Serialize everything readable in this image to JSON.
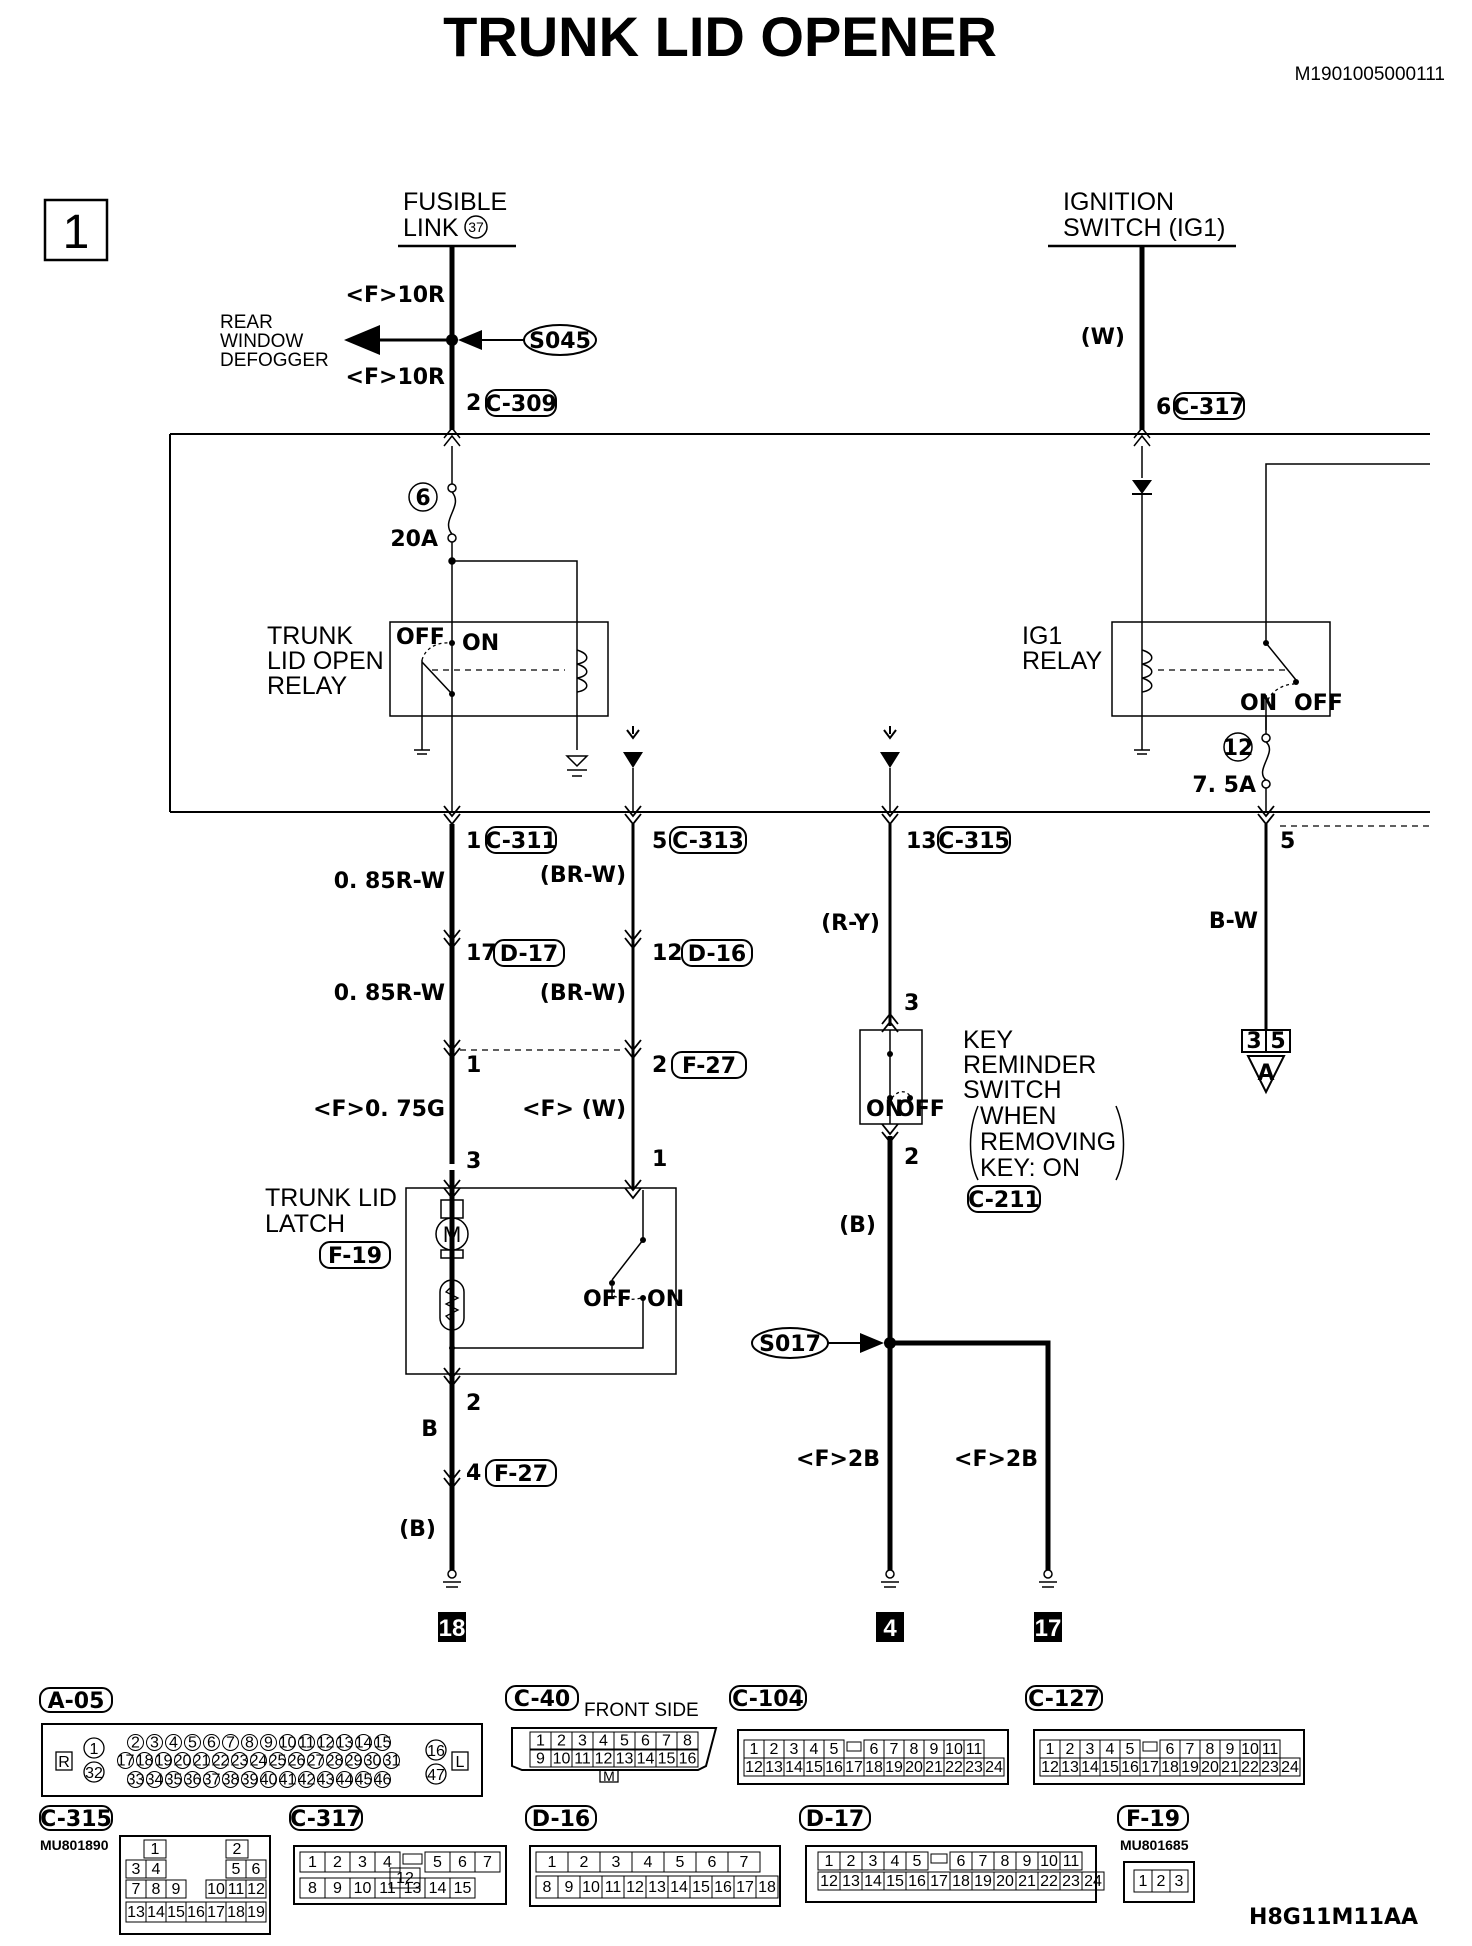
{
  "title": "TRUNK LID OPENER",
  "doc_id": "M1901005000111",
  "figure_code": "H8G11M11AA",
  "page_number": "1",
  "sources": {
    "fusible_link": {
      "line1": "FUSIBLE",
      "line2": "LINK",
      "number": "37"
    },
    "ignition_switch": {
      "line1": "IGNITION",
      "line2": "SWITCH (IG1)"
    }
  },
  "splices": {
    "s045": "S045",
    "s017": "S017"
  },
  "rear_defogger": [
    "REAR",
    "WINDOW",
    "DEFOGGER"
  ],
  "wires": {
    "f10r_top": "<F>10R",
    "f10r_bottom": "<F>10R",
    "w": "(W)",
    "r_w_085a": "0. 85R-W",
    "br_w_a": "(BR-W)",
    "r_w_085b": "0. 85R-W",
    "br_w_b": "(BR-W)",
    "f075g": "<F>0. 75G",
    "fw": "<F> (W)",
    "r_y": "(R-Y)",
    "b_w": "B-W",
    "b_mid": "(B)",
    "b_latch": "B",
    "b_paren": "(B)",
    "f2b_a": "<F>2B",
    "f2b_b": "<F>2B"
  },
  "connectors": {
    "c309": {
      "pin": "2",
      "id": "C-309"
    },
    "c317": {
      "pin": "6",
      "id": "C-317"
    },
    "c311": {
      "pin": "1",
      "id": "C-311"
    },
    "c313": {
      "pin": "5",
      "id": "C-313"
    },
    "c315": {
      "pin": "13",
      "id": "C-315"
    },
    "c315_pin5": "5",
    "d17": {
      "pin": "17",
      "id": "D-17"
    },
    "d16": {
      "pin": "12",
      "id": "D-16"
    },
    "f27a": {
      "pin_left": "1",
      "pin_right": "2",
      "id": "F-27"
    },
    "f27b": {
      "pin": "4",
      "id": "F-27"
    },
    "latch_pins": {
      "left": "3",
      "right": "1",
      "bottom": "2"
    },
    "key_pins": {
      "top": "3",
      "bottom": "2"
    },
    "c211": "C-211"
  },
  "fuses": {
    "f6": {
      "num": "6",
      "rating": "20A"
    },
    "f12": {
      "num": "12",
      "rating": "7. 5A"
    }
  },
  "relays": {
    "trunk": {
      "line1": "TRUNK",
      "line2": "LID OPEN",
      "line3": "RELAY",
      "off": "OFF",
      "on": "ON"
    },
    "ig1": {
      "line1": "IG1",
      "line2": "RELAY",
      "on": "ON",
      "off": "OFF"
    }
  },
  "key_switch": {
    "line1": "KEY",
    "line2": "REMINDER",
    "line3": "SWITCH",
    "note1": "WHEN",
    "note2": "REMOVING",
    "note3": "KEY: ON",
    "on": "ON",
    "off": "OFF"
  },
  "latch": {
    "line1": "TRUNK LID",
    "line2": "LATCH",
    "id": "F-19",
    "off": "OFF",
    "on": "ON"
  },
  "grounds": [
    "18",
    "4",
    "17"
  ],
  "continuation": {
    "pins": [
      "3",
      "5"
    ],
    "letter": "A"
  },
  "connector_views": {
    "a05": {
      "id": "A-05",
      "left_mark": "R",
      "right_mark": "L",
      "left_pins": [
        "1",
        "32"
      ],
      "right_pins": [
        "16",
        "47"
      ],
      "row1": [
        "2",
        "3",
        "4",
        "5",
        "6",
        "7",
        "8",
        "9",
        "10",
        "11",
        "12",
        "13",
        "14",
        "15"
      ],
      "row2": [
        "17",
        "18",
        "19",
        "20",
        "21",
        "22",
        "23",
        "24",
        "25",
        "26",
        "27",
        "28",
        "29",
        "30",
        "31"
      ],
      "row3": [
        "33",
        "34",
        "35",
        "36",
        "37",
        "38",
        "39",
        "40",
        "41",
        "42",
        "43",
        "44",
        "45",
        "46"
      ]
    },
    "c40": {
      "id": "C-40",
      "caption": "FRONT SIDE",
      "row1": [
        "1",
        "2",
        "3",
        "4",
        "5",
        "6",
        "7",
        "8"
      ],
      "row2": [
        "9",
        "10",
        "11",
        "12",
        "13",
        "14",
        "15",
        "16"
      ],
      "mark": "M"
    },
    "c104": {
      "id": "C-104",
      "row1": [
        "1",
        "2",
        "3",
        "4",
        "5",
        "",
        "6",
        "7",
        "8",
        "9",
        "10",
        "11"
      ],
      "row2": [
        "12",
        "13",
        "14",
        "15",
        "16",
        "17",
        "18",
        "19",
        "20",
        "21",
        "22",
        "23",
        "24"
      ]
    },
    "c127": {
      "id": "C-127",
      "row1": [
        "1",
        "2",
        "3",
        "4",
        "5",
        "",
        "6",
        "7",
        "8",
        "9",
        "10",
        "11"
      ],
      "row2": [
        "12",
        "13",
        "14",
        "15",
        "16",
        "17",
        "18",
        "19",
        "20",
        "21",
        "22",
        "23",
        "24"
      ]
    },
    "c315": {
      "id": "C-315",
      "part": "MU801890",
      "pins": [
        "1",
        "2",
        "3",
        "4",
        "5",
        "6",
        "7",
        "8",
        "9",
        "10",
        "11",
        "12",
        "13",
        "14",
        "15",
        "16",
        "17",
        "18",
        "19"
      ]
    },
    "c317": {
      "id": "C-317",
      "row1": [
        "1",
        "2",
        "3",
        "4",
        "",
        "5",
        "6",
        "7"
      ],
      "mid": "12",
      "row2": [
        "8",
        "9",
        "10",
        "11",
        "13",
        "14",
        "15"
      ]
    },
    "d16": {
      "id": "D-16",
      "row1": [
        "1",
        "2",
        "3",
        "4",
        "5",
        "6",
        "7"
      ],
      "row2": [
        "8",
        "9",
        "10",
        "11",
        "12",
        "13",
        "14",
        "15",
        "16",
        "17",
        "18"
      ]
    },
    "d17": {
      "id": "D-17",
      "row1": [
        "1",
        "2",
        "3",
        "4",
        "5",
        "",
        "6",
        "7",
        "8",
        "9",
        "10",
        "11"
      ],
      "row2": [
        "12",
        "13",
        "14",
        "15",
        "16",
        "17",
        "18",
        "19",
        "20",
        "21",
        "22",
        "23",
        "24"
      ]
    },
    "f19": {
      "id": "F-19",
      "part": "MU801685",
      "pins": [
        "1",
        "2",
        "3"
      ]
    }
  }
}
